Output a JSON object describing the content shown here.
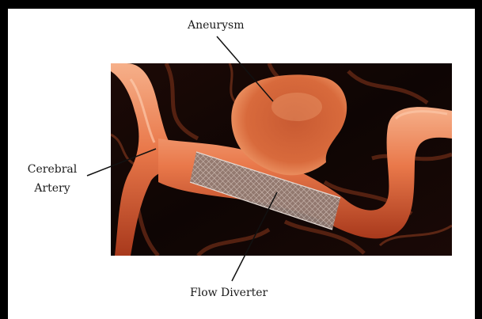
{
  "labels": {
    "aneurysm": "Aneurysm",
    "artery_line1": "Cerebral",
    "artery_line2": "Artery",
    "flow_diverter": "Flow Diverter"
  },
  "colors": {
    "frame": "#000000",
    "background": "#ffffff",
    "artery": "#e9784a",
    "artery_highlight": "#f6b08a",
    "artery_shadow": "#a8391c",
    "scene_bg": "#0f0705",
    "stent": "#b8a8a0",
    "leader_line": "#111111"
  }
}
